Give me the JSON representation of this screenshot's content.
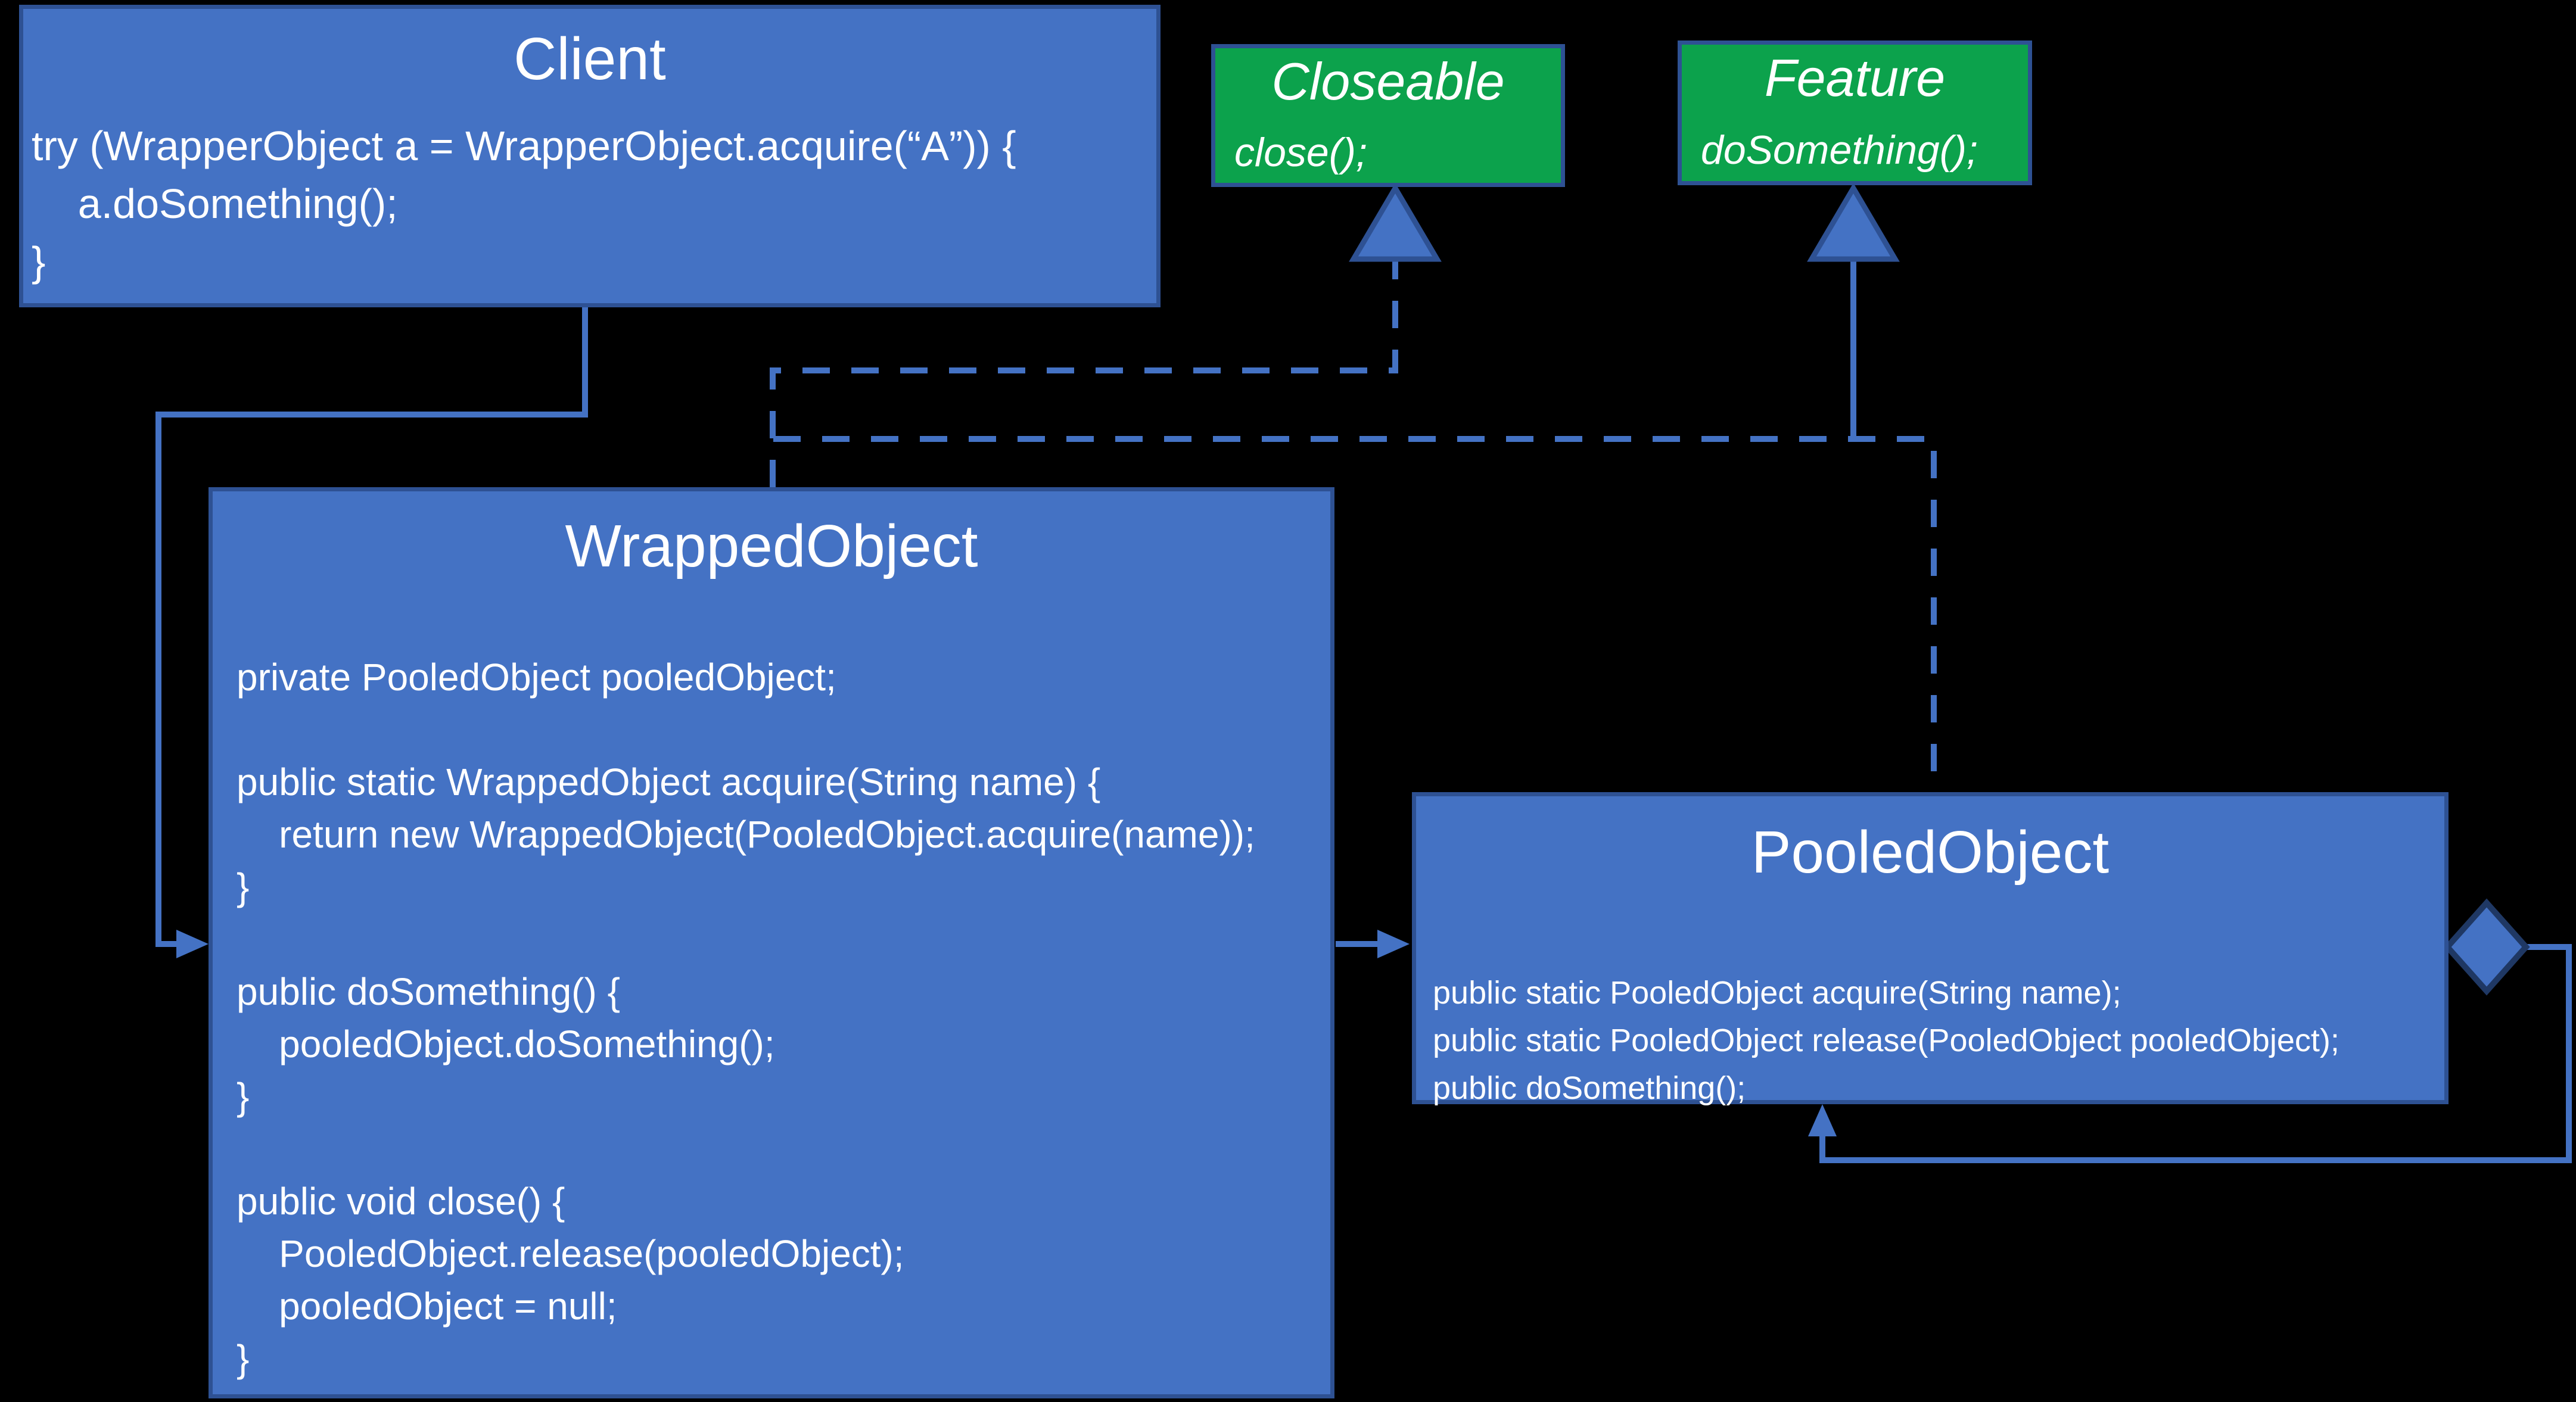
{
  "background_color": "#000000",
  "colors": {
    "box_fill_blue": "#4472c4",
    "box_fill_green": "#0ca24c",
    "box_border": "#2e5193",
    "connector_blue": "#4472c4",
    "diamond_border": "#1f3864",
    "text": "#ffffff"
  },
  "boxes": {
    "client": {
      "title": "Client",
      "code_lines": [
        "try (WrapperObject a = WrapperObject.acquire(“A”)) {",
        "    a.doSomething();",
        "}"
      ]
    },
    "closeable": {
      "title": "Closeable",
      "method": "close();"
    },
    "feature": {
      "title": "Feature",
      "method": "doSomething();"
    },
    "wrapped_object": {
      "title": "WrappedObject",
      "code_lines": [
        "private PooledObject pooledObject;",
        "",
        "public static WrappedObject acquire(String name) {",
        "    return new WrappedObject(PooledObject.acquire(name));",
        "}",
        "",
        "public doSomething() {",
        "    pooledObject.doSomething();",
        "}",
        "",
        "public void close() {",
        "    PooledObject.release(pooledObject);",
        "    pooledObject = null;",
        "}"
      ]
    },
    "pooled_object": {
      "title": "PooledObject",
      "code_lines": [
        "public static PooledObject acquire(String name);",
        "public static PooledObject release(PooledObject pooledObject);",
        "public doSomething();"
      ]
    }
  }
}
